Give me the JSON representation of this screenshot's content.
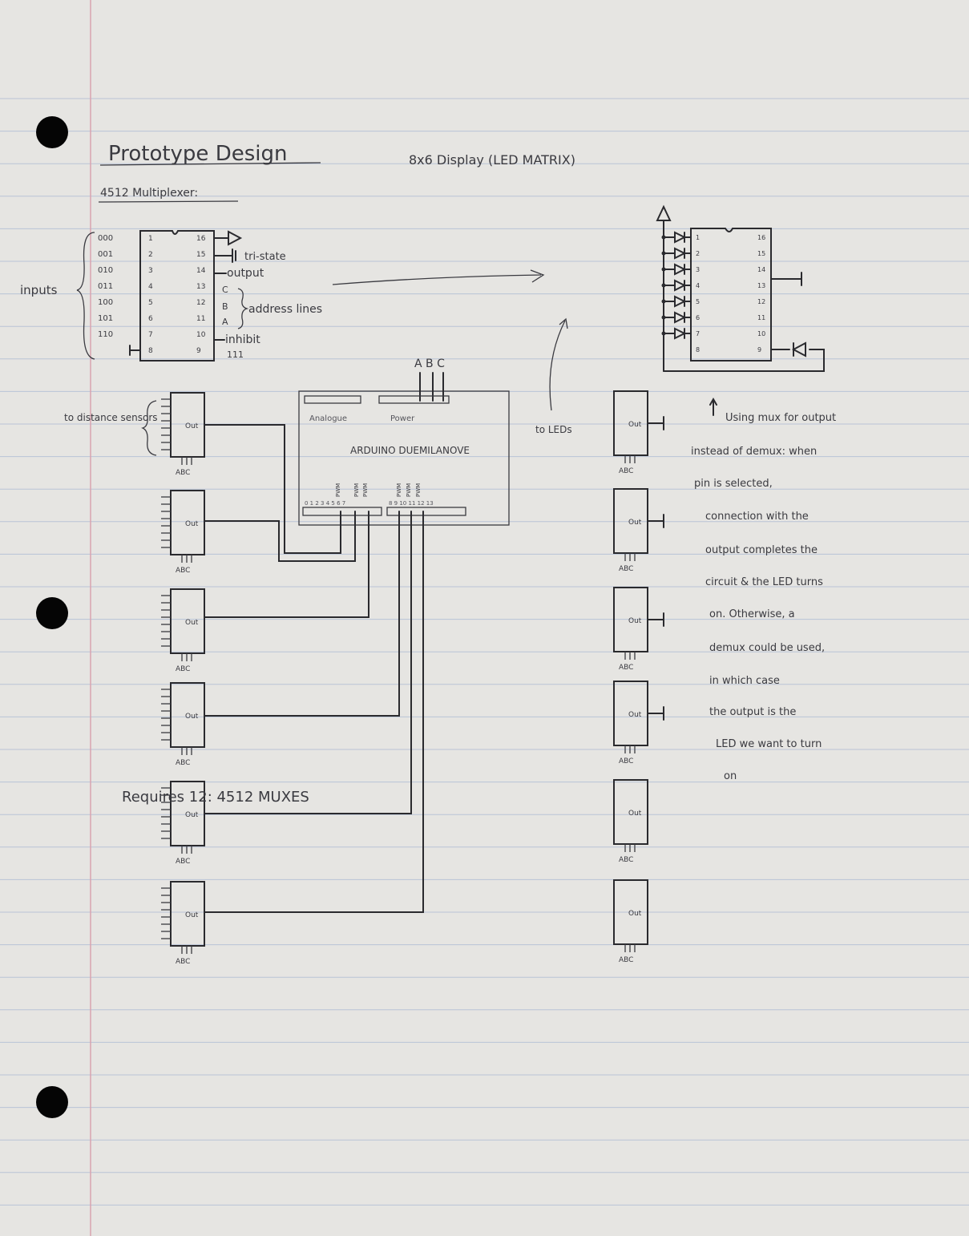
{
  "title": "Prototype Design",
  "subtitle": "8x6 Display (LED MATRIX)",
  "section_heading": "4512 Multiplexer:",
  "mux_diagram": {
    "inputs_label": "inputs",
    "input_codes": [
      "000",
      "001",
      "010",
      "011",
      "100",
      "101",
      "110"
    ],
    "left_pins": [
      "1",
      "2",
      "3",
      "4",
      "5",
      "6",
      "7",
      "8"
    ],
    "right_pins": [
      "16",
      "15",
      "14",
      "13",
      "12",
      "11",
      "10",
      "9"
    ],
    "tri_state": "tri-state",
    "output": "output",
    "address_letters": [
      "C",
      "B",
      "A"
    ],
    "address_lines": "address lines",
    "inhibit": "inhibit",
    "code_111": "111"
  },
  "led_diagram": {
    "left_pins": [
      "1",
      "2",
      "3",
      "4",
      "5",
      "6",
      "7",
      "8"
    ],
    "right_pins": [
      "16",
      "15",
      "14",
      "13",
      "12",
      "11",
      "10",
      "9"
    ]
  },
  "arduino": {
    "abc_label": "A B C",
    "analogue": "Analogue",
    "power": "Power",
    "name": "ARDUINO DUEMILANOVE",
    "pins_left": "0 1 2 3 4 5 6 7",
    "pins_right": "8 9 10 11 12 13",
    "pwm": "PWM"
  },
  "left_column_label": "to distance sensors",
  "right_column_label": "to LEDs",
  "mux_out_label": "Out",
  "mux_abc_label": "ABC",
  "mux_count_per_side": 6,
  "note": [
    "Using mux for output",
    "instead of demux: when",
    "pin is selected,",
    "connection with the",
    "output completes the",
    "circuit & the LED turns",
    "on. Otherwise, a",
    "demux could be used,",
    "in which case",
    "the output is the",
    "LED we want to turn",
    "on"
  ],
  "requires": "Requires 12: 4512 MUXES"
}
